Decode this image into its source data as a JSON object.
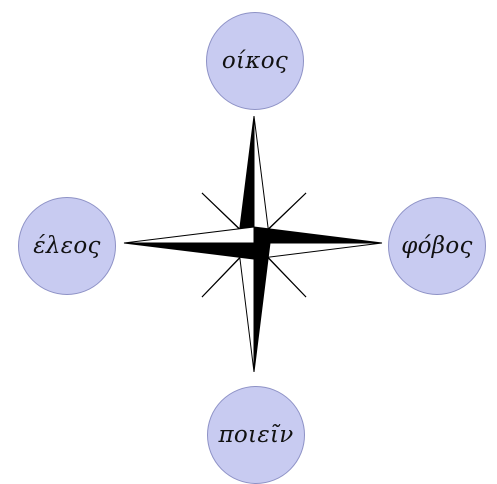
{
  "nodes": {
    "top": {
      "label": "οίκος"
    },
    "left": {
      "label": "έλεος"
    },
    "right": {
      "label": "φόβος"
    },
    "bottom": {
      "label": "ποιεῖν"
    }
  },
  "colors": {
    "node_fill": "#c8cbf1",
    "node_border": "#8e92c6",
    "rose_dark": "#000000",
    "rose_light": "#ffffff"
  }
}
